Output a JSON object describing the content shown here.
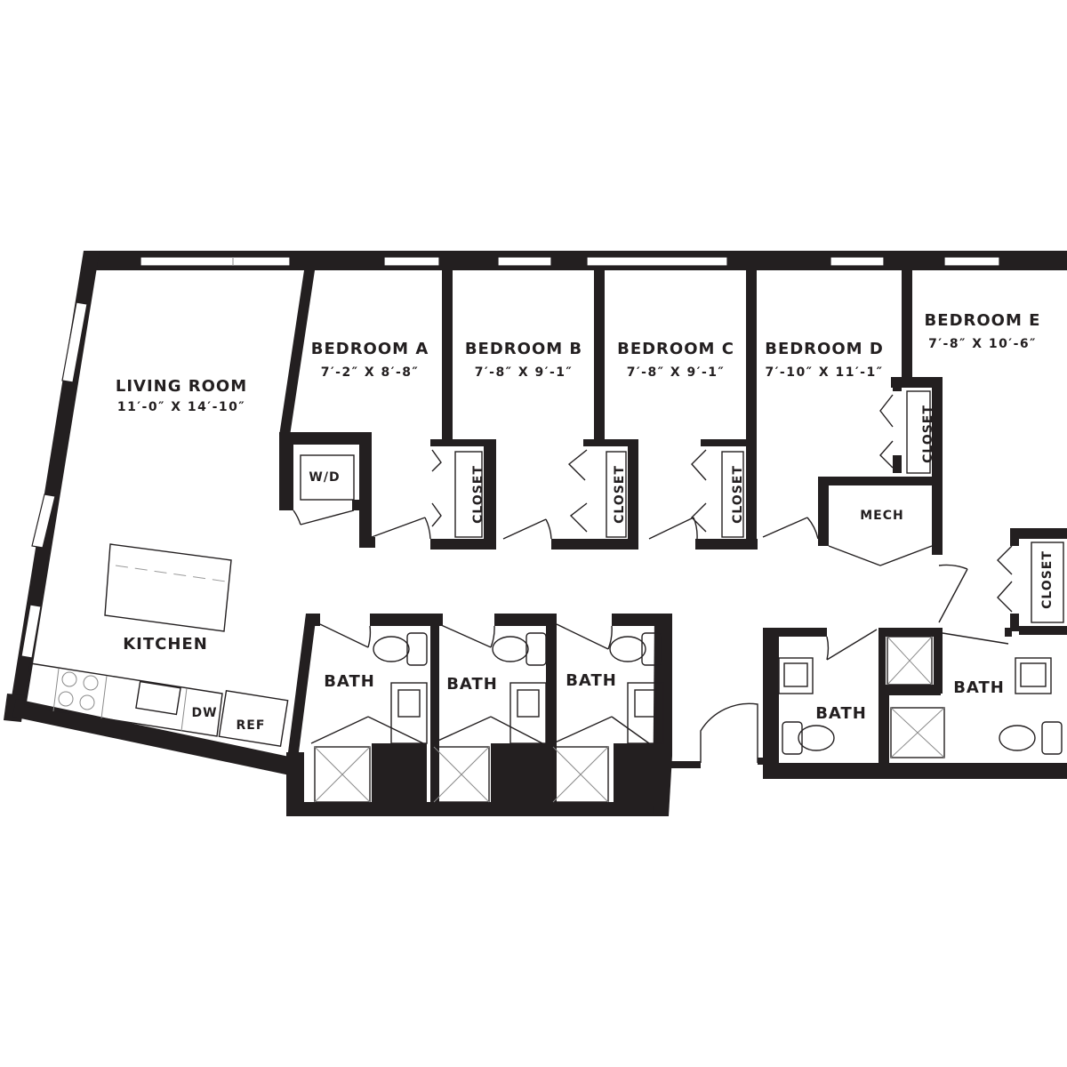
{
  "rooms": {
    "living_room": {
      "label": "LIVING ROOM",
      "dims": "11′-0″ X 14′-10″"
    },
    "kitchen": {
      "label": "KITCHEN"
    },
    "bedroom_a": {
      "label": "BEDROOM A",
      "dims": "7′-2″ X 8′-8″"
    },
    "bedroom_b": {
      "label": "BEDROOM B",
      "dims": "7′-8″ X 9′-1″"
    },
    "bedroom_c": {
      "label": "BEDROOM C",
      "dims": "7′-8″ X 9′-1″"
    },
    "bedroom_d": {
      "label": "BEDROOM D",
      "dims": "7′-10″ X 11′-1″"
    },
    "bedroom_e": {
      "label": "BEDROOM E",
      "dims": "7′-8″ X 10′-6″"
    },
    "mech": {
      "label": "MECH"
    },
    "wd": {
      "label": "W/D"
    },
    "dw": {
      "label": "DW"
    },
    "ref": {
      "label": "REF"
    },
    "closet": {
      "label": "CLOSET"
    },
    "bath": {
      "label": "BATH"
    }
  },
  "colors": {
    "wall": "#231f20",
    "background": "#ffffff"
  }
}
